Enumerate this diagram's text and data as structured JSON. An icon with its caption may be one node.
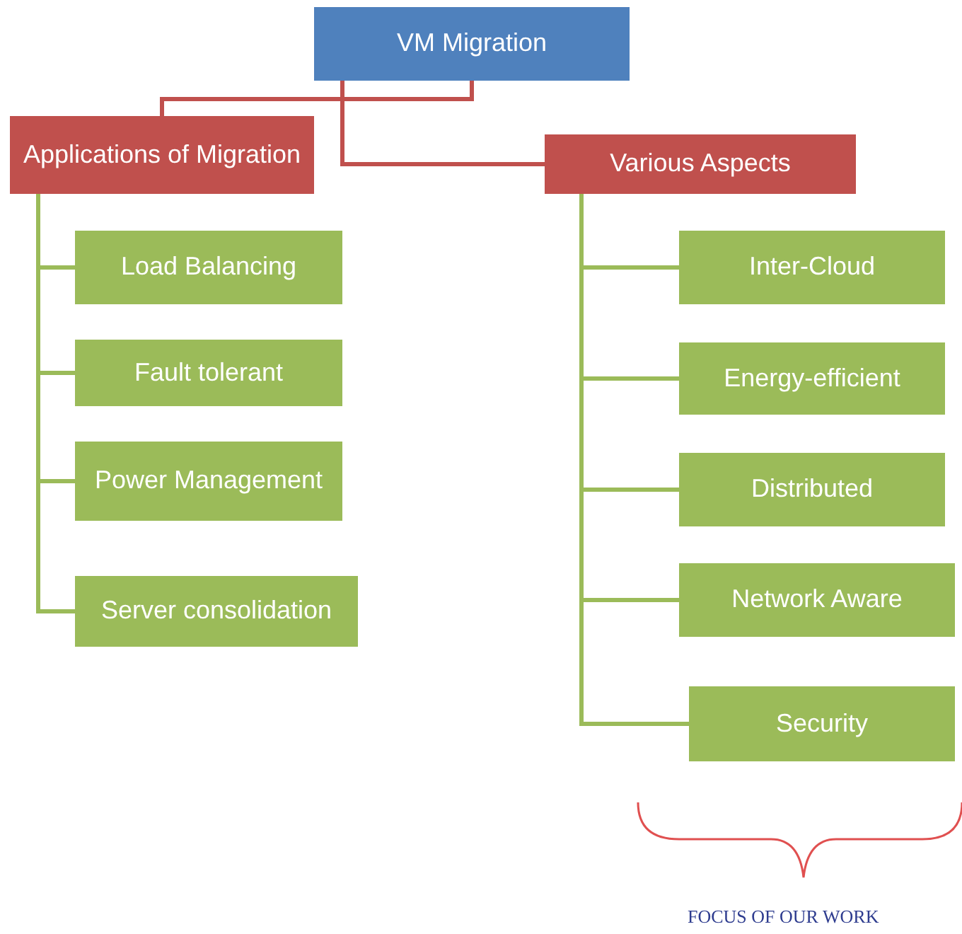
{
  "diagram": {
    "nodes": [
      {
        "text": [
          "VM Migration"
        ]
      },
      {
        "text": [
          "Applications of Migration"
        ]
      },
      {
        "text": [
          "Various Aspects"
        ]
      },
      {
        "text": [
          "Load Balancing"
        ]
      },
      {
        "text": [
          "Fault tolerant"
        ]
      },
      {
        "text": [
          "Power Management"
        ]
      },
      {
        "text": [
          "Server consolidation"
        ]
      },
      {
        "text": [
          "Inter-Cloud"
        ]
      },
      {
        "text": [
          "Energy-efficient"
        ]
      },
      {
        "text": [
          "Distributed"
        ]
      },
      {
        "text": [
          "Network Aware"
        ]
      },
      {
        "text": [
          "Security"
        ]
      }
    ],
    "edges": [
      {
        "from": 0,
        "to": 1,
        "arrow": "none",
        "color": "#c0504d"
      },
      {
        "from": 0,
        "to": 2,
        "arrow": "none",
        "color": "#c0504d"
      },
      {
        "from": 1,
        "to": 3,
        "arrow": "none"
      },
      {
        "from": 1,
        "to": 4,
        "arrow": "none"
      },
      {
        "from": 1,
        "to": 5,
        "arrow": "none"
      },
      {
        "from": 1,
        "to": 6,
        "arrow": "none"
      },
      {
        "from": 2,
        "to": 7,
        "arrow": "none"
      },
      {
        "from": 2,
        "to": 8,
        "arrow": "none"
      },
      {
        "from": 2,
        "to": 9,
        "arrow": "none"
      },
      {
        "from": 2,
        "to": 10,
        "arrow": "none"
      },
      {
        "from": 2,
        "to": 11,
        "arrow": "none"
      }
    ],
    "labels": [
      "FOCUS OF OUR WORK"
    ]
  }
}
